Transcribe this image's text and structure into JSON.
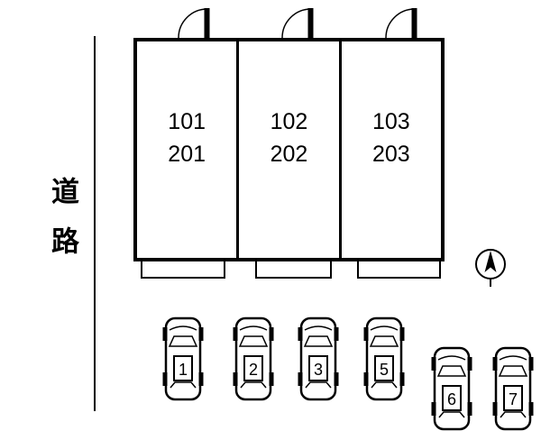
{
  "road": {
    "label": "道路"
  },
  "building": {
    "units": [
      {
        "line1": "101",
        "line2": "201"
      },
      {
        "line1": "102",
        "line2": "202"
      },
      {
        "line1": "103",
        "line2": "203"
      }
    ]
  },
  "parking_spaces": [
    {
      "number": "1"
    },
    {
      "number": "2"
    },
    {
      "number": "3"
    },
    {
      "number": "5"
    },
    {
      "number": "6"
    },
    {
      "number": "7"
    }
  ],
  "icons": {
    "door": "door-swing-icon",
    "car": "car-top-view-icon",
    "compass": "compass-north-icon"
  },
  "colors": {
    "line": "#000000",
    "background": "#ffffff"
  }
}
